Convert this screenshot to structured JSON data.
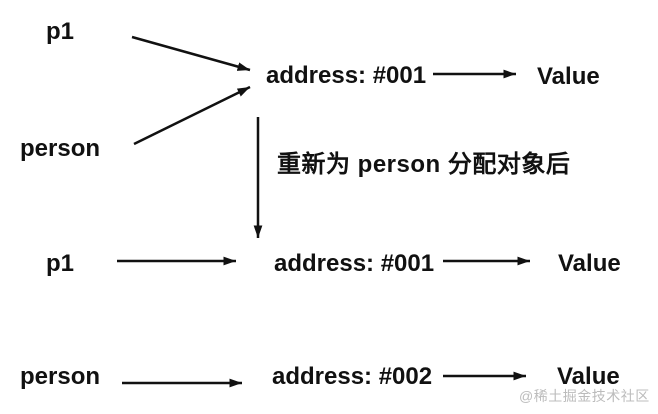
{
  "top": {
    "p1": "p1",
    "person": "person",
    "address": "address: #001",
    "value": "Value"
  },
  "transition": {
    "label": "重新为 person 分配对象后"
  },
  "middle": {
    "p1": "p1",
    "address": "address: #001",
    "value": "Value"
  },
  "bottom": {
    "person": "person",
    "address": "address: #002",
    "value": "Value"
  },
  "watermark": {
    "text": "@稀土掘金技术社区"
  },
  "colors": {
    "ink": "#111111",
    "watermark": "#bcbcbc",
    "background": "#ffffff"
  }
}
